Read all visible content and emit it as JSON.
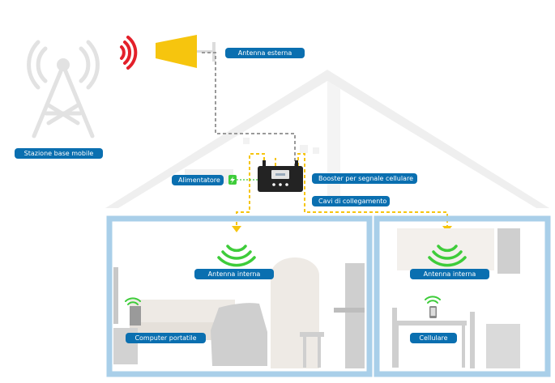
{
  "labels": {
    "base_station": "Stazione base mobile",
    "external_antenna": "Antenna esterna",
    "power_supply": "Alimentatore",
    "booster": "Booster per segnale cellulare",
    "cables": "Cavi di collegamento",
    "internal_antenna_left": "Antenna interna",
    "internal_antenna_right": "Antenna interna",
    "laptop": "Computer portatile",
    "phone": "Cellulare"
  },
  "colors": {
    "label_bg": "#0a6fb0",
    "wall_blue": "#a9cfe9",
    "signal_red": "#e3202a",
    "signal_green": "#3ecc3a",
    "antenna_yellow": "#f6c50e",
    "cable_gray": "#9a9a9a",
    "cable_yellow": "#f6c50e",
    "furniture_gray": "#c8c8c8",
    "house_outline": "#ececec"
  },
  "icons": {
    "tower": "cell-tower-icon",
    "external_antenna": "directional-antenna-icon",
    "booster": "booster-device-icon",
    "power": "lightning-icon",
    "signal": "wifi-signal-icon"
  }
}
